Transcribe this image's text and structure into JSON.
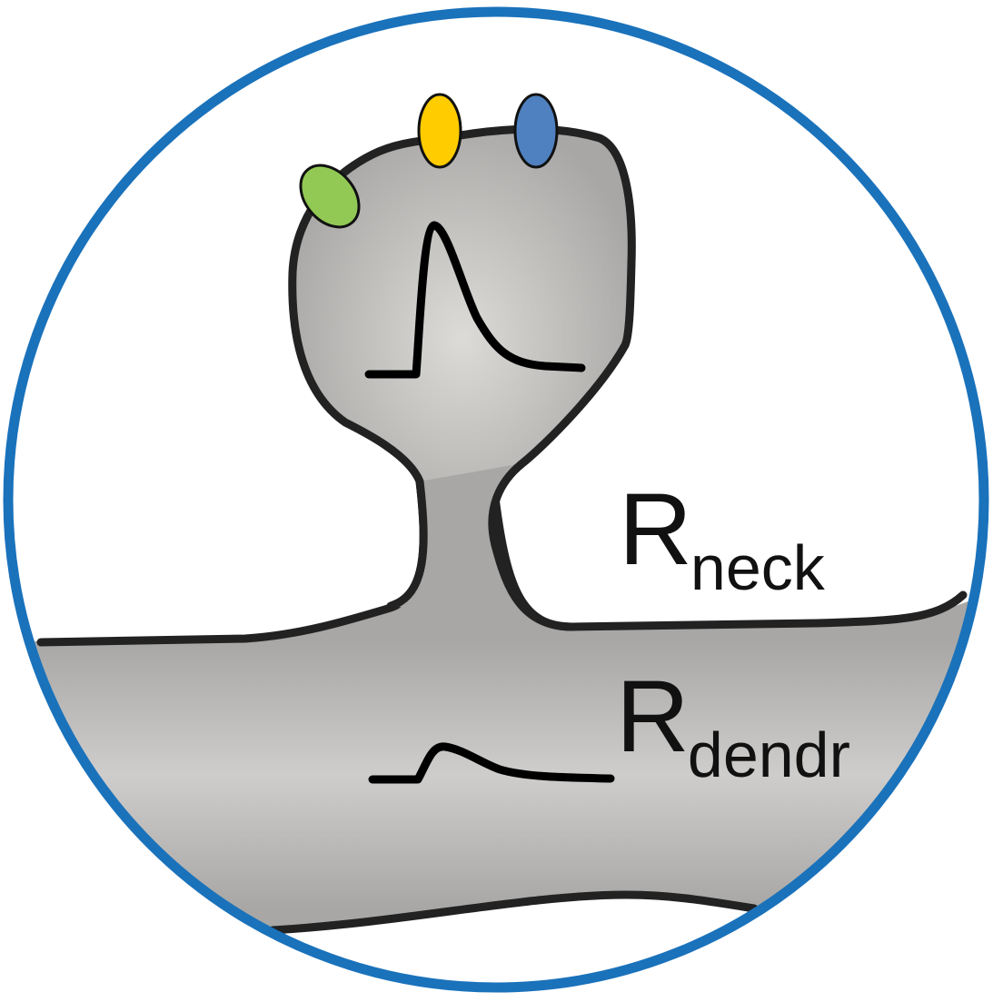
{
  "labels": {
    "neck": {
      "main": "R",
      "sub": "neck"
    },
    "dendrite": {
      "main": "R",
      "sub": "dendr"
    }
  },
  "colors": {
    "circle_border": "#1a72bb",
    "membrane_fill": "#a8a7a5",
    "membrane_highlight": "#dcdbd8",
    "outline": "#222222",
    "trace": "#000000",
    "receptor_green": "#92c955",
    "receptor_yellow": "#ffcc00",
    "receptor_blue": "#4f81c0"
  },
  "icons": [
    "receptor-green-icon",
    "receptor-yellow-icon",
    "receptor-blue-icon"
  ],
  "traces": [
    "spine-voltage-trace",
    "dendrite-voltage-trace"
  ]
}
